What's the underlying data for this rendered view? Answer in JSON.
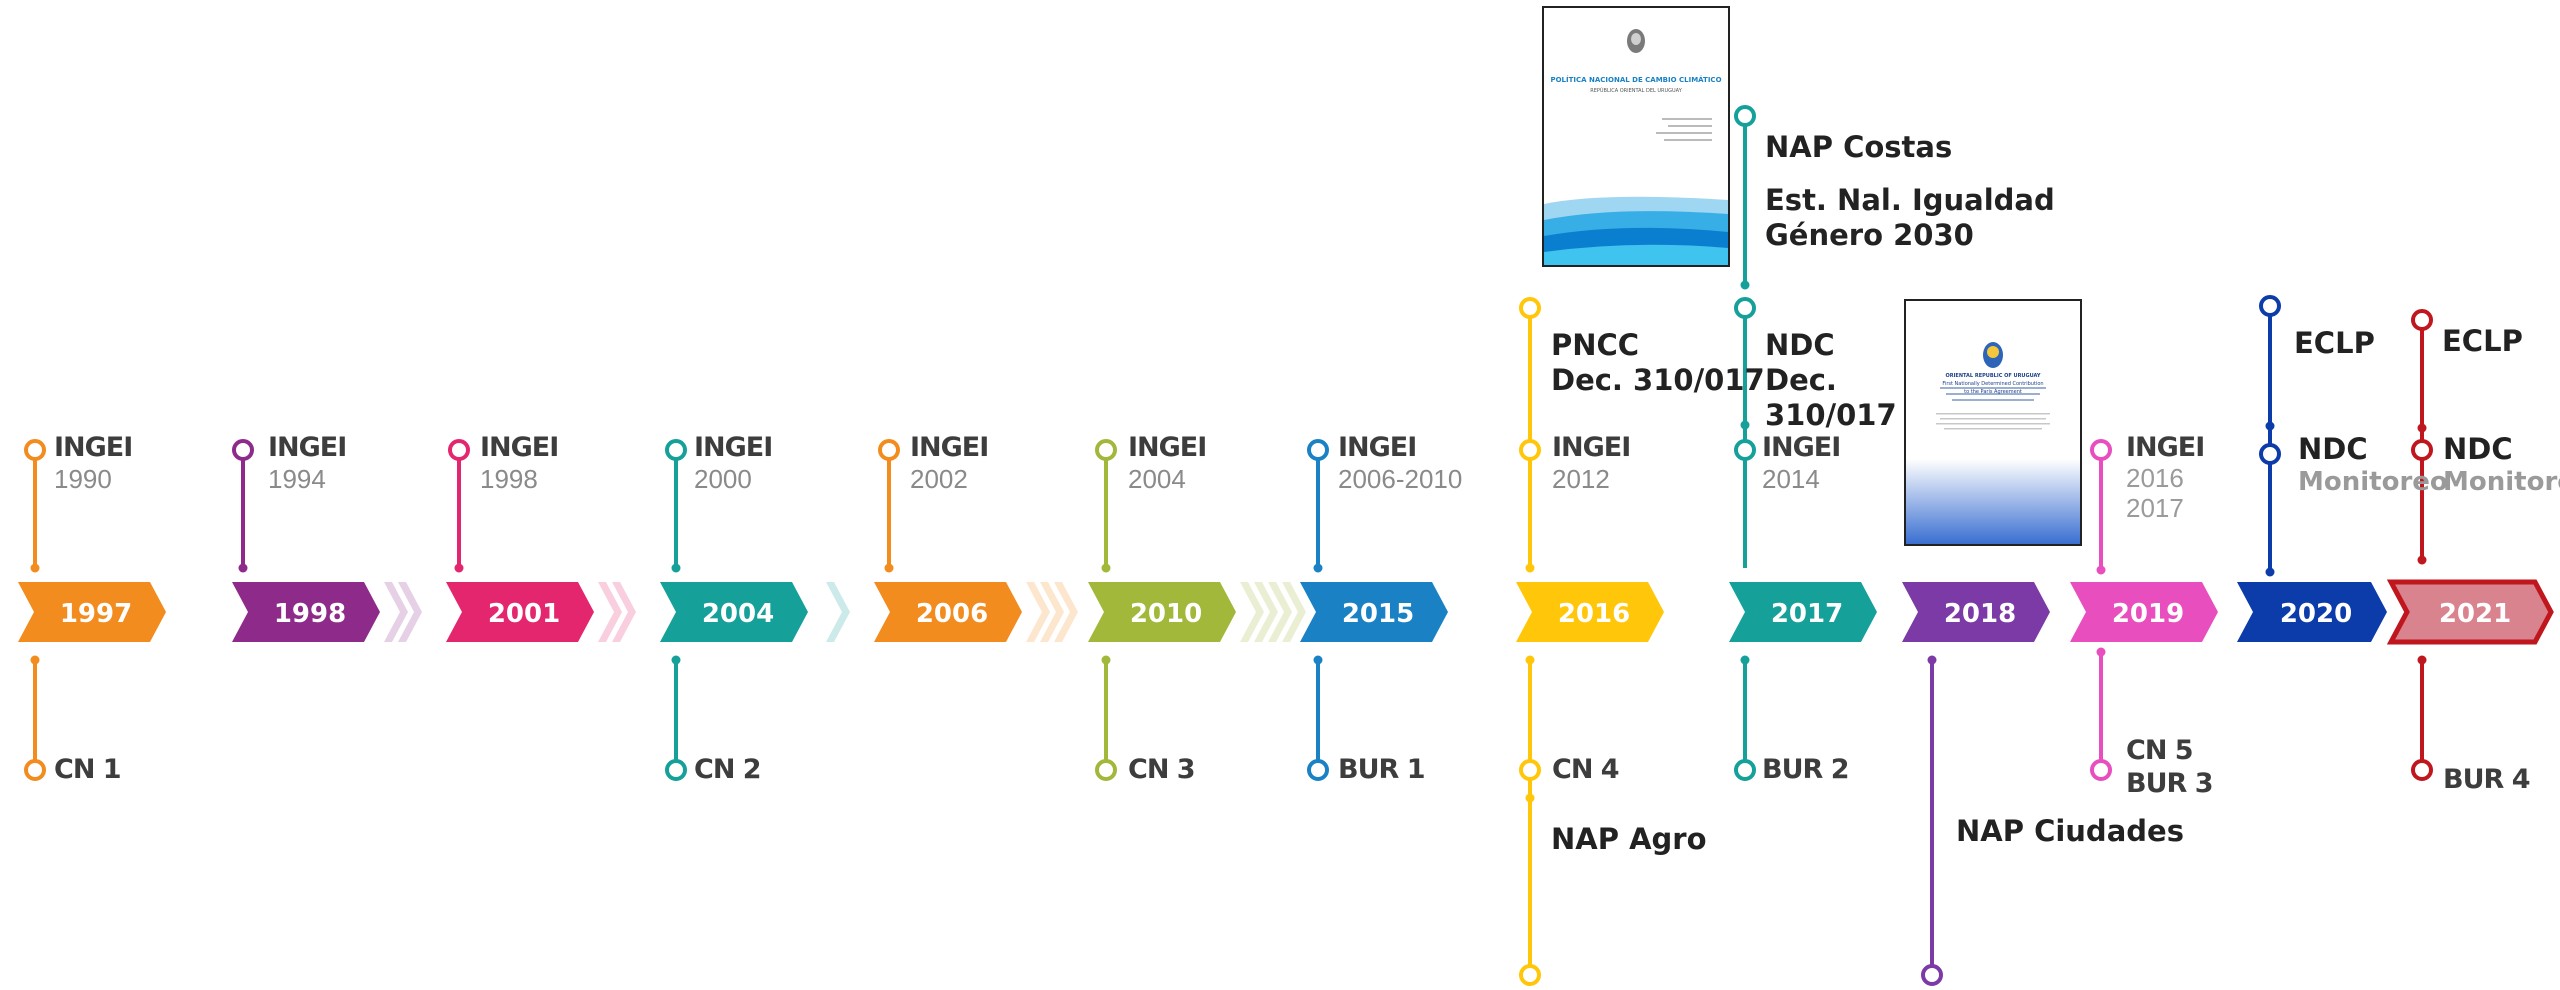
{
  "arrows": [
    {
      "label": "1997",
      "color": "#F28C1E"
    },
    {
      "label": "1998",
      "color": "#8E2A8A"
    },
    {
      "label": "2001",
      "color": "#E4266F"
    },
    {
      "label": "2004",
      "color": "#16A09A"
    },
    {
      "label": "2006",
      "color": "#F28C1E"
    },
    {
      "label": "2010",
      "color": "#A1B83A"
    },
    {
      "label": "2015",
      "color": "#1A82C4"
    },
    {
      "label": "2016",
      "color": "#FFC60A"
    },
    {
      "label": "2017",
      "color": "#16A09A"
    },
    {
      "label": "2018",
      "color": "#7B3AA6"
    },
    {
      "label": "2019",
      "color": "#E84EBE"
    },
    {
      "label": "2020",
      "color": "#0C3BAA"
    },
    {
      "label": "2021",
      "color": "#D9838E"
    }
  ],
  "milestones": {
    "ingei_1990": {
      "name": "INGEI",
      "year": "1990"
    },
    "ingei_1994": {
      "name": "INGEI",
      "year": "1994"
    },
    "ingei_1998": {
      "name": "INGEI",
      "year": "1998"
    },
    "ingei_2000": {
      "name": "INGEI",
      "year": "2000"
    },
    "ingei_2002": {
      "name": "INGEI",
      "year": "2002"
    },
    "ingei_2004": {
      "name": "INGEI",
      "year": "2004"
    },
    "ingei_2006": {
      "name": "INGEI",
      "year": "2006-2010"
    },
    "ingei_2012": {
      "name": "INGEI",
      "year": "2012"
    },
    "ingei_2014": {
      "name": "INGEI",
      "year": "2014"
    },
    "ingei_2016": {
      "name": "INGEI",
      "year1": "2016",
      "year2": "2017"
    },
    "pncc": {
      "line1": "PNCC",
      "line2": "Dec. 310/017"
    },
    "nap_costas": "NAP Costas",
    "est_nal": {
      "line1": "Est. Nal. Igualdad",
      "line2": "Género 2030"
    },
    "ndc_2017": {
      "line1": "NDC",
      "line2": "Dec.",
      "line3": "310/017"
    },
    "eclp_2020": "ECLP",
    "ndc_2020": {
      "name": "NDC",
      "sub": "Monitoreo"
    },
    "eclp_2021": "ECLP",
    "ndc_2021": {
      "name": "NDC",
      "sub": "Monitoreo"
    },
    "cn1": "CN 1",
    "cn2": "CN 2",
    "cn3": "CN 3",
    "bur1": "BUR 1",
    "cn4": "CN 4",
    "nap_agro": "NAP Agro",
    "bur2": "BUR 2",
    "nap_ciudades": "NAP Ciudades",
    "cn5_bur3": {
      "line1": "CN 5",
      "line2": "BUR 3"
    },
    "bur4": "BUR 4"
  },
  "documents": {
    "pncc_doc": {
      "title": "POLÍTICA NACIONAL DE CAMBIO CLIMÁTICO",
      "subtitle": "REPÚBLICA ORIENTAL DEL URUGUAY"
    },
    "ndc_doc": {
      "title1": "ORIENTAL REPUBLIC OF URUGUAY",
      "title2": "First Nationally Determined Contribution",
      "title3": "to the Paris Agreement"
    }
  },
  "colors": {
    "orange": "#F28C1E",
    "purple": "#8E2A8A",
    "magenta": "#E4266F",
    "teal": "#16A09A",
    "green": "#A1B83A",
    "blue": "#1A82C4",
    "yellow": "#FFC60A",
    "violet": "#7B3AA6",
    "pink": "#E84EBE",
    "navy": "#0C3BAA",
    "red": "#C0161E",
    "highlight": "#D9838E"
  },
  "icons": {
    "milestone": "circle-marker-icon",
    "step": "chevron-icon",
    "document": "document-cover-icon"
  }
}
